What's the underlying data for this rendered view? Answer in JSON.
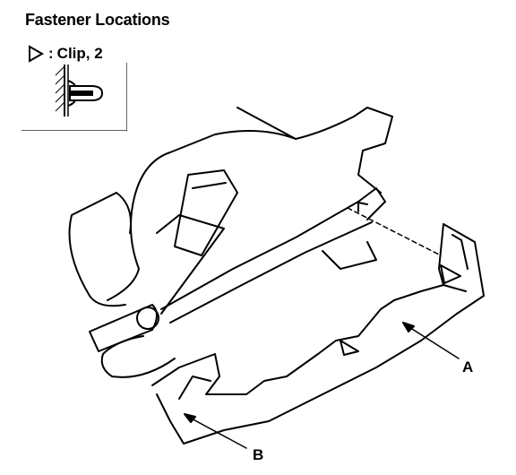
{
  "title": "Fastener Locations",
  "legend": {
    "symbol": "triangle-clip-icon",
    "separator": ":",
    "text": "Clip, 2"
  },
  "callouts": {
    "a": "A",
    "b": "B"
  },
  "colors": {
    "ink": "#000000",
    "paper": "#ffffff"
  }
}
